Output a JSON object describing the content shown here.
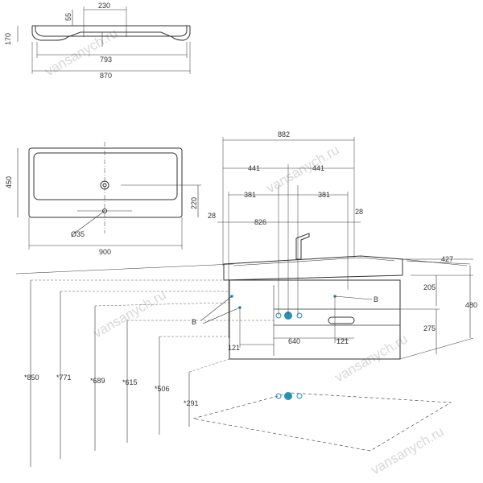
{
  "watermark": "vansanych.ru",
  "colors": {
    "line": "#333333",
    "accent": "#2a8fb0",
    "watermark": "#d8d8d8"
  },
  "top_view_section": {
    "d55": "55",
    "d230": "230",
    "d170": "170",
    "d793": "793",
    "d870": "870"
  },
  "top_view_plan": {
    "d450": "450",
    "d220": "220",
    "d35": "Ø35",
    "d900": "900"
  },
  "cabinet": {
    "d882": "882",
    "d441_left": "441",
    "d441_right": "441",
    "d381_left": "381",
    "d381_right": "381",
    "d28_left": "28",
    "d28_right": "28",
    "d826": "826",
    "d427": "427",
    "d205": "205",
    "d480": "480",
    "d275": "275",
    "d121_left": "121",
    "d640": "640",
    "d121_right": "121",
    "label_b_left": "B",
    "label_b_right": "B"
  },
  "heights": {
    "h850": "*850",
    "h771": "*771",
    "h689": "*689",
    "h615": "*615",
    "h506": "*506",
    "h291": "*291"
  }
}
